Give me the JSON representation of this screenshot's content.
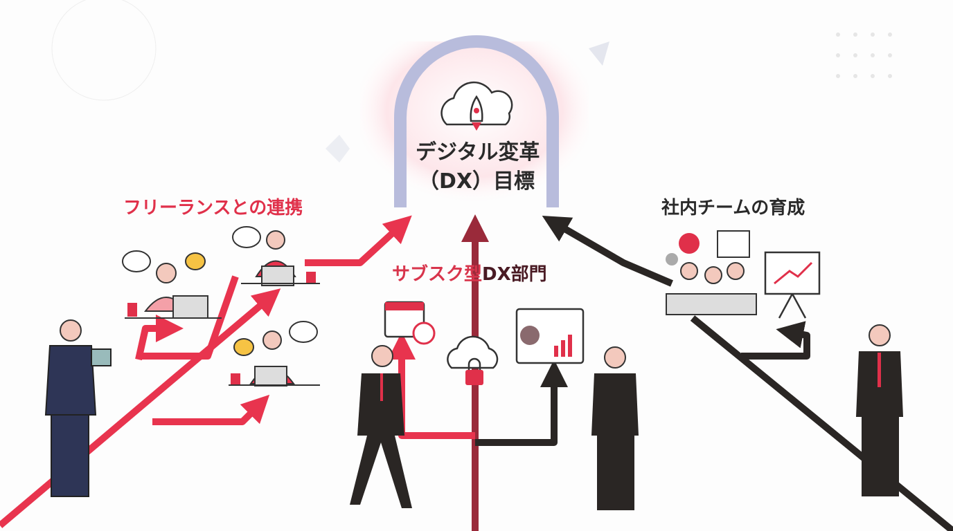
{
  "goal": {
    "line1": "デジタル変革",
    "line2": "（DX）目標",
    "icon": "cloud-rocket-icon"
  },
  "sections": {
    "freelance": {
      "label": "フリーランスとの連携",
      "color": "#e0304a"
    },
    "subscription": {
      "label_part1": "サブスク型",
      "label_part2": "DX部門",
      "color1": "#d8354c",
      "color2": "#4a1b24"
    },
    "internal_team": {
      "label": "社内チームの育成",
      "color": "#2a2624"
    }
  },
  "icons": [
    "chat-bubble-icon",
    "laptop-icon",
    "coffee-cup-icon",
    "calendar-icon",
    "cloud-lock-icon",
    "dashboard-chart-icon",
    "gear-icon",
    "code-window-icon",
    "presentation-board-icon"
  ]
}
